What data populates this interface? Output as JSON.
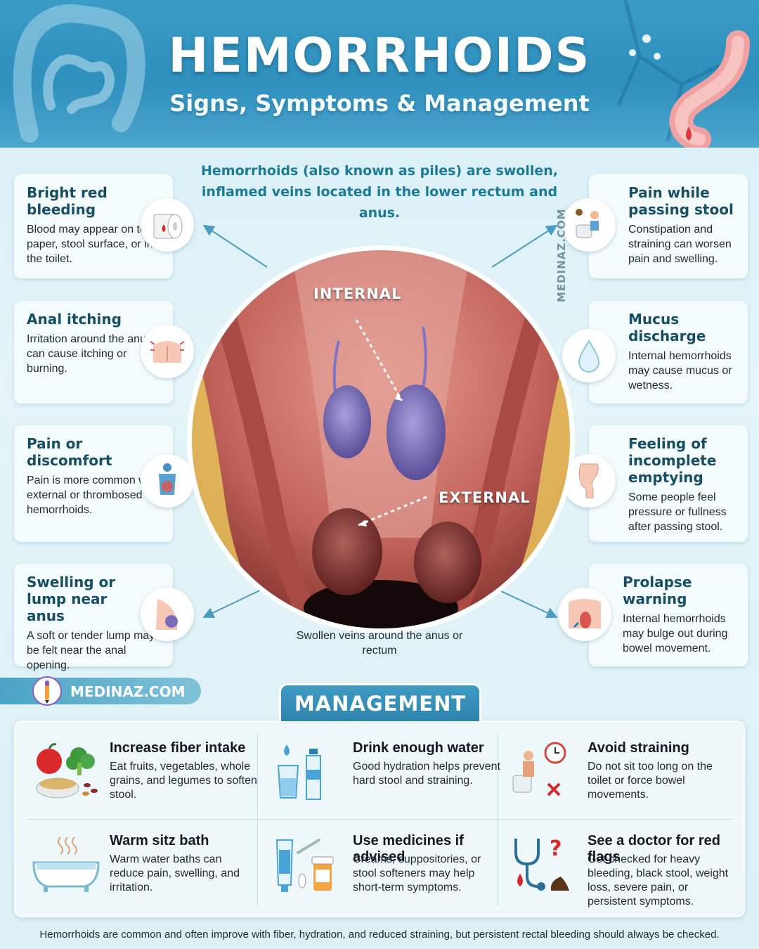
{
  "header": {
    "title": "HEMORRHOIDS",
    "subtitle": "Signs, Symptoms & Management"
  },
  "intro": "Hemorrhoids (also known as piles) are swollen, inflamed veins located in the lower rectum and anus.",
  "symptoms_left": [
    {
      "title": "Bright red bleeding",
      "desc": "Blood may appear on toilet paper, stool surface, or in the toilet.",
      "icon": "toilet-paper-icon"
    },
    {
      "title": "Anal itching",
      "desc": "Irritation around the anus can cause itching or burning.",
      "icon": "itching-icon"
    },
    {
      "title": "Pain or discomfort",
      "desc": "Pain is more common with external or thrombosed hemorrhoids.",
      "icon": "pain-icon"
    },
    {
      "title": "Swelling or lump near anus",
      "desc": "A soft or tender lump may be felt near the anal opening.",
      "icon": "lump-icon"
    }
  ],
  "symptoms_right": [
    {
      "title": "Pain while passing stool",
      "desc": "Constipation and straining can worsen pain and swelling.",
      "icon": "toilet-strain-icon"
    },
    {
      "title": "Mucus discharge",
      "desc": "Internal hemorrhoids may cause mucus or wetness.",
      "icon": "droplet-icon"
    },
    {
      "title": "Feeling of incomplete emptying",
      "desc": "Some people feel pressure or fullness after passing stool.",
      "icon": "rectum-icon"
    },
    {
      "title": "Prolapse warning",
      "desc": "Internal hemorrhoids may bulge out during bowel movement.",
      "icon": "prolapse-icon"
    }
  ],
  "illustration": {
    "label_internal": "INTERNAL",
    "label_external": "EXTERNAL",
    "caption": "Swollen veins around the anus or rectum",
    "watermark": "MEDINAZ.COM"
  },
  "brand": "MEDINAZ.COM",
  "management": {
    "title": "MANAGEMENT",
    "items": [
      {
        "title": "Increase fiber intake",
        "desc": "Eat fruits, vegetables, whole grains, and legumes to soften stool.",
        "icon": "fruits-vegetables-icon"
      },
      {
        "title": "Drink enough water",
        "desc": "Good hydration helps prevent hard stool and straining.",
        "icon": "water-bottle-icon"
      },
      {
        "title": "Avoid straining",
        "desc": "Do not sit too long on the toilet or force bowel movements.",
        "icon": "clock-toilet-icon"
      },
      {
        "title": "Warm sitz bath",
        "desc": "Warm water baths can reduce pain, swelling, and irritation.",
        "icon": "bathtub-icon"
      },
      {
        "title": "Use medicines if advised",
        "desc": "Creams, suppositories, or stool softeners may help short-term symptoms.",
        "icon": "medicine-icon"
      },
      {
        "title": "See a doctor for red flags",
        "desc": "Get checked for heavy bleeding, black stool, weight loss, severe pain, or persistent symptoms.",
        "icon": "stethoscope-icon"
      }
    ]
  },
  "footer": "Hemorrhoids are common and often improve with fiber, hydration, and reduced straining, but persistent rectal bleeding should always be checked.",
  "colors": {
    "header": "#2f8fbd",
    "accent_text": "#1b7a98",
    "card_title": "#174e63",
    "background": "#dcf0f6"
  }
}
